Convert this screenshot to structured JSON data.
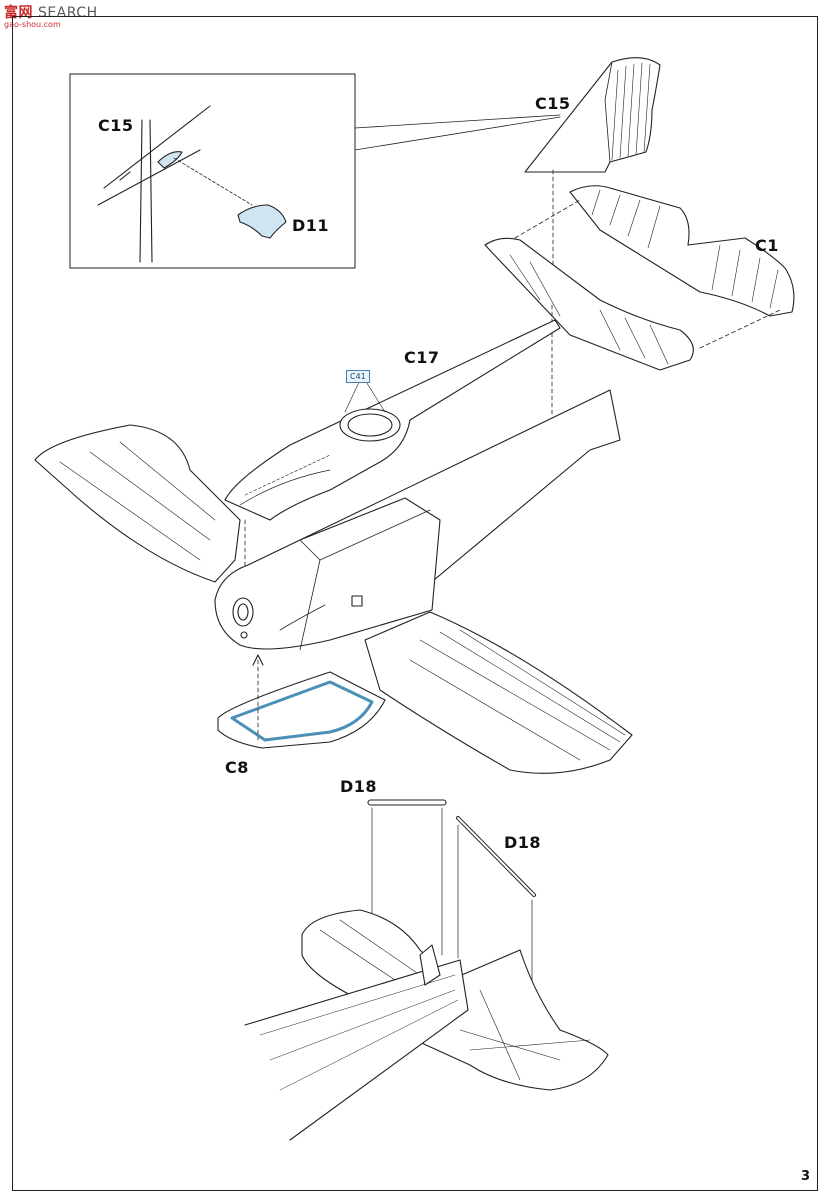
{
  "watermark": {
    "text": "SEARCH",
    "sub": "gao-shou.com"
  },
  "labels": {
    "inset_c15": "C15",
    "inset_d11": "D11",
    "c15": "C15",
    "c1": "C1",
    "c17": "C17",
    "c41": "C41",
    "c8": "C8",
    "d18_top": "D18",
    "d18_right": "D18"
  },
  "page_number": "3",
  "colors": {
    "line": "#222222",
    "highlight": "#cfe6f2"
  }
}
